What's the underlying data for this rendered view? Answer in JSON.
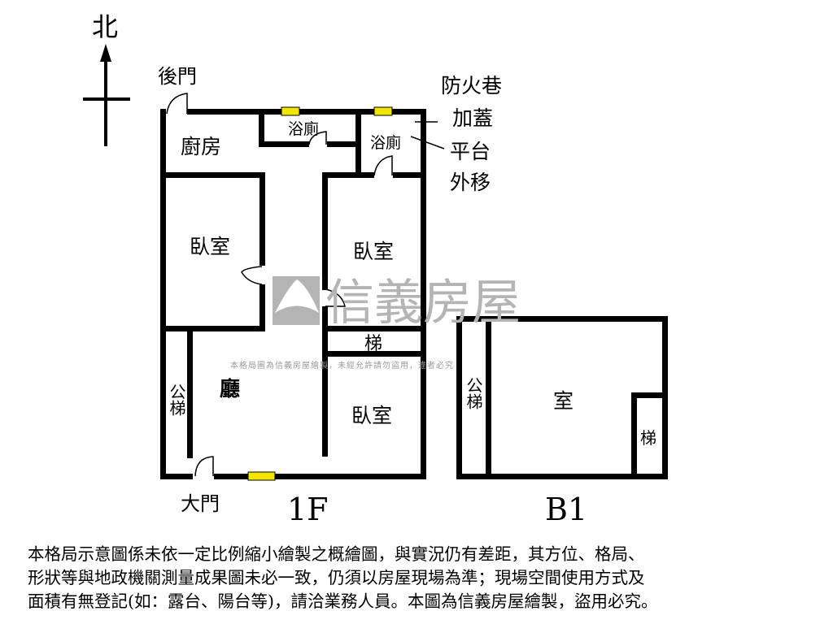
{
  "compass": {
    "north": "北"
  },
  "floor_1f": {
    "label": "1F",
    "rooms": {
      "back_door": "後門",
      "kitchen": "廚房",
      "bath_1": "浴廁",
      "bath_2": "浴廁",
      "bedroom_left": "臥室",
      "bedroom_right": "臥室",
      "bedroom_lower": "臥室",
      "stairs": "梯",
      "living": "廳",
      "public_stairs": "公梯",
      "main_door": "大門"
    },
    "annotation_1": [
      "防火巷",
      "加蓋"
    ],
    "annotation_2": [
      "平台",
      "外移"
    ]
  },
  "floor_b1": {
    "label": "B1",
    "rooms": {
      "room": "室",
      "public_stairs": "公梯",
      "stairs": "梯"
    }
  },
  "watermark": {
    "brand": "信義房屋",
    "notice": "本格局圖為信義房屋繪製，未經允許請勿盜用，違者必究"
  },
  "disclaimer": [
    "本格局示意圖係未依一定比例縮小繪製之概繪圖，與實況仍有差距，其方位、格局、",
    "形狀等與地政機關測量成果圖未必一致，仍須以房屋現場為準；現場空間使用方式及",
    "面積有無登記(如：露台、陽台等)，請洽業務人員。本圖為信義房屋繪製，盜用必究。"
  ],
  "colors": {
    "wall": "#000000",
    "window": "#f2e600",
    "watermark": "#9a9a9a"
  }
}
